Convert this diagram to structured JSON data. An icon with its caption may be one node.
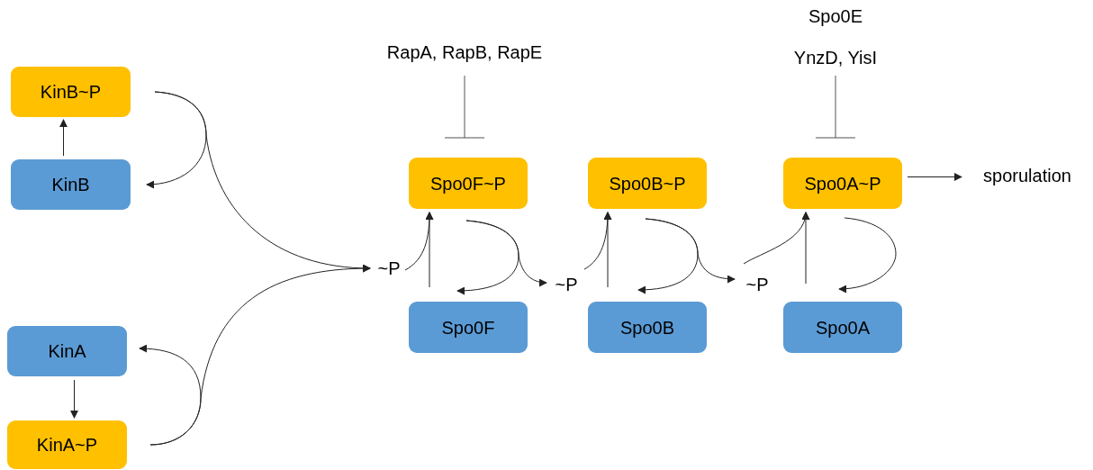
{
  "diagram": {
    "nodes": [
      {
        "text": [
          "KinB~P"
        ]
      },
      {
        "text": [
          "KinB"
        ]
      },
      {
        "text": [
          "KinA"
        ]
      },
      {
        "text": [
          "KinA~P"
        ]
      },
      {
        "text": [
          "~P"
        ]
      },
      {
        "text": [
          "RapA, RapB, RapE"
        ]
      },
      {
        "text": [
          "Spo0F~P"
        ]
      },
      {
        "text": [
          "Spo0F"
        ]
      },
      {
        "text": [
          "~P"
        ]
      },
      {
        "text": [
          "Spo0B~P"
        ]
      },
      {
        "text": [
          "Spo0B"
        ]
      },
      {
        "text": [
          "Spo0E",
          "YnzD, YisI"
        ]
      },
      {
        "text": [
          "~P"
        ]
      },
      {
        "text": [
          "Spo0A~P"
        ]
      },
      {
        "text": [
          "Spo0A"
        ]
      },
      {
        "text": [
          "sporulation"
        ]
      }
    ],
    "edges": [
      {
        "from": 1,
        "to": 0,
        "arrow": "to"
      },
      {
        "from": 2,
        "to": 3,
        "arrow": "to"
      },
      {
        "from": 0,
        "to": 1,
        "arrow": "to"
      },
      {
        "from": 0,
        "to": 4,
        "arrow": "to"
      },
      {
        "from": 3,
        "to": 2,
        "arrow": "to"
      },
      {
        "from": 3,
        "to": 4,
        "arrow": "to"
      },
      {
        "from": 4,
        "to": 6,
        "arrow": "to"
      },
      {
        "from": 7,
        "to": 6,
        "arrow": "to"
      },
      {
        "from": 6,
        "to": 7,
        "arrow": "to"
      },
      {
        "from": 6,
        "to": 8,
        "arrow": "to"
      },
      {
        "from": 8,
        "to": 9,
        "arrow": "to"
      },
      {
        "from": 10,
        "to": 9,
        "arrow": "to"
      },
      {
        "from": 9,
        "to": 10,
        "arrow": "to"
      },
      {
        "from": 9,
        "to": 12,
        "arrow": "to"
      },
      {
        "from": 12,
        "to": 13,
        "arrow": "to"
      },
      {
        "from": 14,
        "to": 13,
        "arrow": "to"
      },
      {
        "from": 13,
        "to": 14,
        "arrow": "to"
      },
      {
        "from": 13,
        "to": 15,
        "arrow": "to"
      },
      {
        "from": 5,
        "to": 6,
        "arrow": "other"
      },
      {
        "from": 11,
        "to": 13,
        "arrow": "other"
      }
    ]
  }
}
